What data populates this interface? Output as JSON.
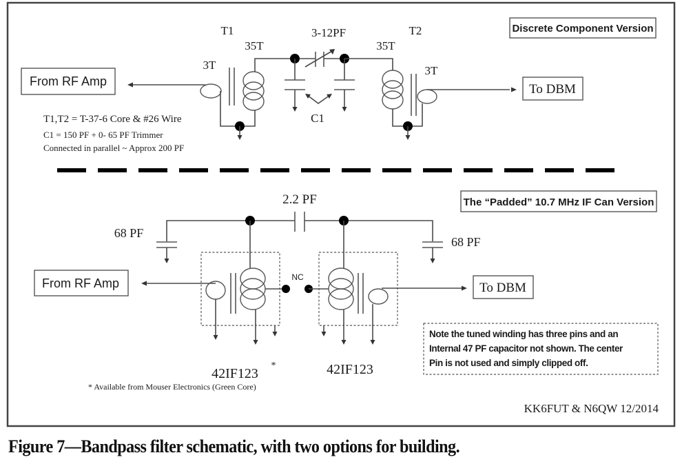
{
  "figure": {
    "caption": "Figure 7—Bandpass filter schematic, with two options for building.",
    "credit": "KK6FUT & N6QW 12/2014"
  },
  "discrete_version": {
    "title": "Discrete Component Version",
    "input_label": "From RF Amp",
    "output_label": "To DBM",
    "t1": {
      "name": "T1",
      "primary": "3T",
      "secondary": "35T"
    },
    "t2": {
      "name": "T2",
      "primary": "3T",
      "secondary": "35T"
    },
    "coupling_cap": "3-12PF",
    "tuning_caps": "C1",
    "notes": [
      "T1,T2 = T-37-6 Core & #26 Wire",
      "C1 = 150 PF + 0- 65 PF Trimmer",
      "Connected in parallel  ~ Approx 200 PF"
    ]
  },
  "if_can_version": {
    "title": "The “Padded” 10.7 MHz IF Can Version",
    "input_label": "From RF Amp",
    "output_label": "To DBM",
    "coupling_cap": "2.2 PF",
    "pad_cap_left": "68 PF",
    "pad_cap_right": "68 PF",
    "nc_label": "NC",
    "part_left": "42IF123",
    "part_left_mark": "*",
    "part_right": "42IF123",
    "footnote": "* Available  from  Mouser Electronics  (Green Core)",
    "note_lines": [
      "Note the tuned winding has three pins and an",
      "Internal 47 PF capacitor not shown. The center",
      "Pin is not used and simply clipped off."
    ]
  }
}
